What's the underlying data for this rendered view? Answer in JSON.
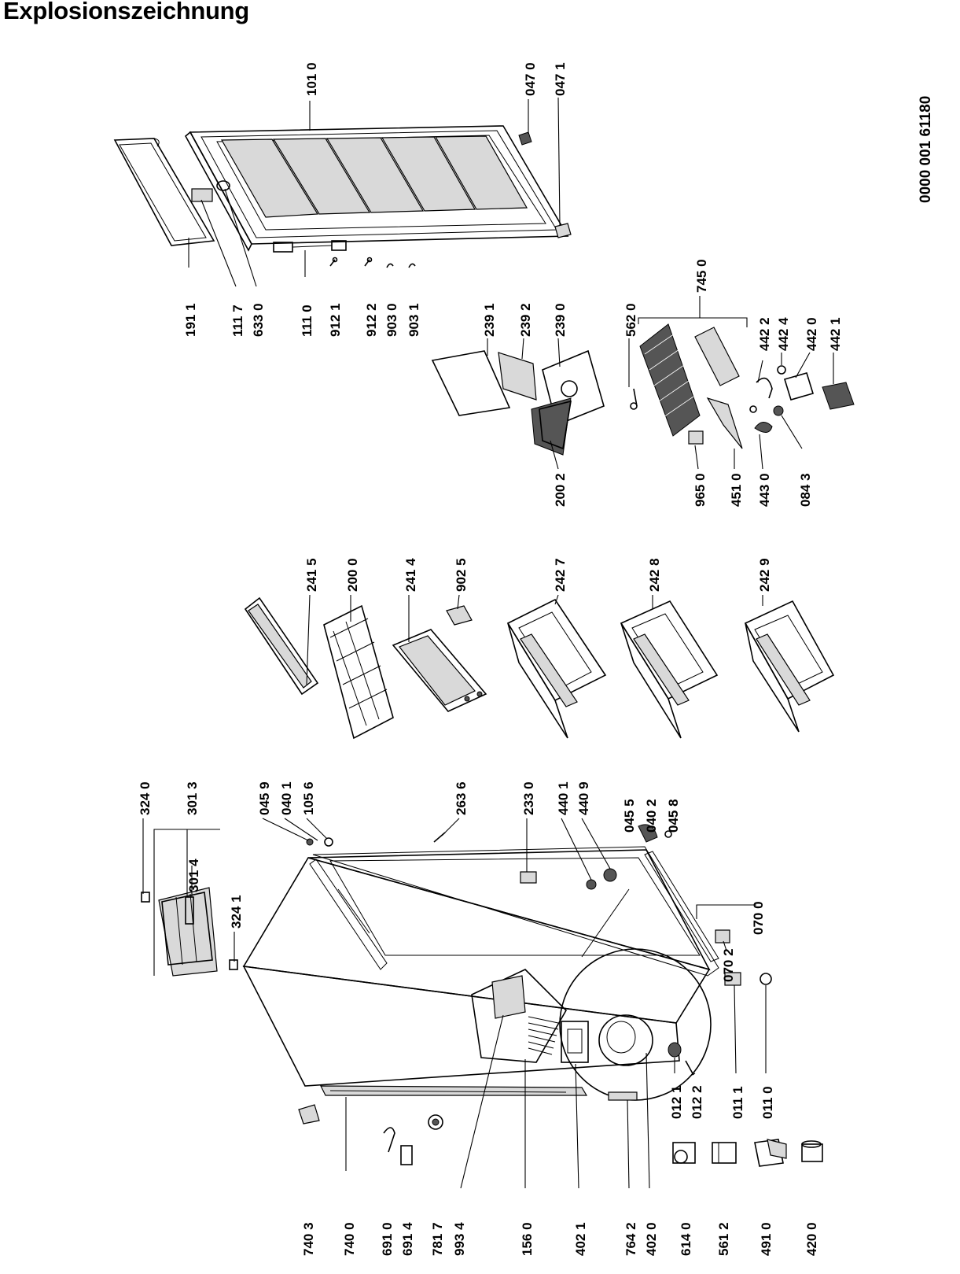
{
  "title": "Explosionszeichnung",
  "document_number": "0000 001 61180",
  "parts": {
    "p_101_0": "101 0",
    "p_047_0": "047 0",
    "p_047_1": "047 1",
    "p_191_1": "191 1",
    "p_111_7": "111 7",
    "p_633_0": "633 0",
    "p_111_0": "111 0",
    "p_912_1": "912 1",
    "p_912_2": "912 2",
    "p_903_0": "903 0",
    "p_903_1": "903 1",
    "p_239_1": "239 1",
    "p_239_2": "239 2",
    "p_239_0": "239 0",
    "p_562_0": "562 0",
    "p_745_0": "745 0",
    "p_442_2": "442 2",
    "p_442_4": "442 4",
    "p_442_0": "442 0",
    "p_442_1": "442 1",
    "p_200_2": "200 2",
    "p_965_0": "965 0",
    "p_451_0": "451 0",
    "p_443_0": "443 0",
    "p_084_3": "084 3",
    "p_241_5": "241 5",
    "p_200_0": "200 0",
    "p_241_4": "241 4",
    "p_902_5": "902 5",
    "p_242_7": "242 7",
    "p_242_8": "242 8",
    "p_242_9": "242 9",
    "p_324_0": "324 0",
    "p_301_3": "301 3",
    "p_301_4": "301 4",
    "p_324_1": "324 1",
    "p_045_9": "045 9",
    "p_040_1": "040 1",
    "p_105_6": "105 6",
    "p_263_6": "263 6",
    "p_233_0": "233 0",
    "p_440_1": "440 1",
    "p_440_9": "440 9",
    "p_045_5": "045 5",
    "p_040_2": "040 2",
    "p_045_8": "045 8",
    "p_070_0": "070 0",
    "p_070_2": "070 2",
    "p_012_1": "012 1",
    "p_012_2": "012 2",
    "p_011_1": "011 1",
    "p_011_0": "011 0",
    "p_740_3": "740 3",
    "p_740_0": "740 0",
    "p_691_0": "691 0",
    "p_691_4": "691 4",
    "p_781_7": "781 7",
    "p_993_4": "993 4",
    "p_156_0": "156 0",
    "p_402_1": "402 1",
    "p_764_2": "764 2",
    "p_402_0": "402 0",
    "p_614_0": "614 0",
    "p_561_2": "561 2",
    "p_491_0": "491 0",
    "p_420_0": "420 0"
  }
}
